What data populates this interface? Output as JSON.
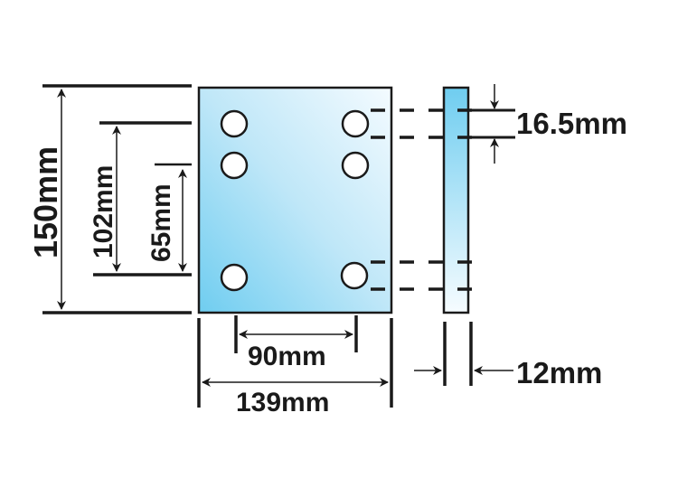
{
  "diagram": {
    "type": "technical-drawing",
    "subject": "mounting plate with six holes",
    "colors": {
      "plate_light": "#f2fbff",
      "plate_dark": "#6fcdf0",
      "outline": "#1a1a1a",
      "background": "#ffffff"
    },
    "dimensions": {
      "overall_height": "150mm",
      "hole_span_outer": "102mm",
      "hole_span_inner": "65mm",
      "hole_horizontal_spacing": "90mm",
      "overall_width": "139mm",
      "hole_diameter": "16.5mm",
      "thickness": "12mm"
    },
    "holes": {
      "count": 6,
      "columns": 2,
      "rows": 3
    }
  }
}
